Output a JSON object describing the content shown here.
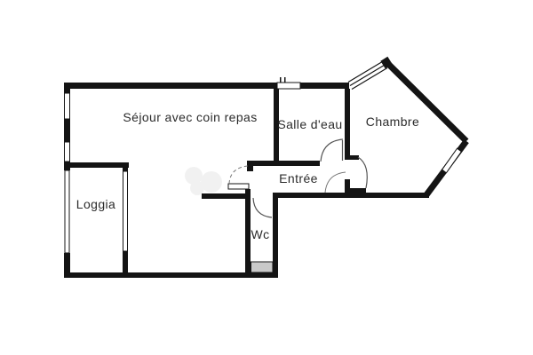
{
  "floorplan": {
    "type": "apartment-floor-plan",
    "rooms": [
      {
        "id": "sejour",
        "label": "Séjour avec coin repas"
      },
      {
        "id": "salle_deau",
        "label": "Salle d'eau"
      },
      {
        "id": "chambre",
        "label": "Chambre"
      },
      {
        "id": "entree",
        "label": "Entrée"
      },
      {
        "id": "loggia",
        "label": "Loggia"
      },
      {
        "id": "wc",
        "label": "Wc"
      }
    ],
    "colors": {
      "wall": "#141414",
      "text": "#2b2b2b",
      "door_arc": "#555555",
      "wc_fixture_fill": "#c9c9c9",
      "background": "#ffffff"
    }
  }
}
